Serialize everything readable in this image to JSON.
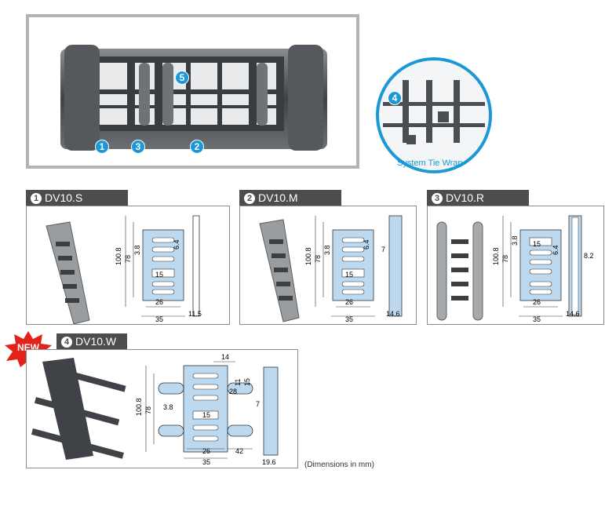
{
  "overview": {
    "markers": [
      "1",
      "3",
      "2",
      "5"
    ],
    "inset_marker": "4",
    "inset_caption": "System Tie Wrap"
  },
  "badge": "NEW",
  "panels": [
    {
      "num": "1",
      "title": "DV10.S",
      "dims": {
        "height": "100.8",
        "inner": "78",
        "pitch": "3.8",
        "gap": "6.4",
        "slot": "15",
        "base": "26",
        "width": "35",
        "side": "11.5"
      }
    },
    {
      "num": "2",
      "title": "DV10.M",
      "dims": {
        "height": "100.8",
        "inner": "78",
        "pitch": "3.8",
        "gap": "6.4",
        "slot": "15",
        "base": "26",
        "width": "35",
        "side": "14.6",
        "web": "7"
      }
    },
    {
      "num": "3",
      "title": "DV10.R",
      "dims": {
        "height": "100.8",
        "inner": "78",
        "pitch": "3.8",
        "gap": "6.4",
        "slot": "15",
        "base": "26",
        "width": "35",
        "side": "14.6",
        "roller": "8.2"
      }
    },
    {
      "num": "4",
      "title": "DV10.W",
      "dims": {
        "height": "100.8",
        "inner": "78",
        "pitch": "3.8",
        "slot": "15",
        "top": "14",
        "top2": "11",
        "top3": "15",
        "mid": "28",
        "base": "26",
        "width": "35",
        "wing": "42",
        "side": "19.6",
        "web": "7"
      }
    }
  ],
  "note": "(Dimensions in mm)",
  "colors": {
    "part": "#bcd9ef",
    "accent": "#1b98d6",
    "tab": "#4d4d4d",
    "badge": "#e2231a"
  }
}
